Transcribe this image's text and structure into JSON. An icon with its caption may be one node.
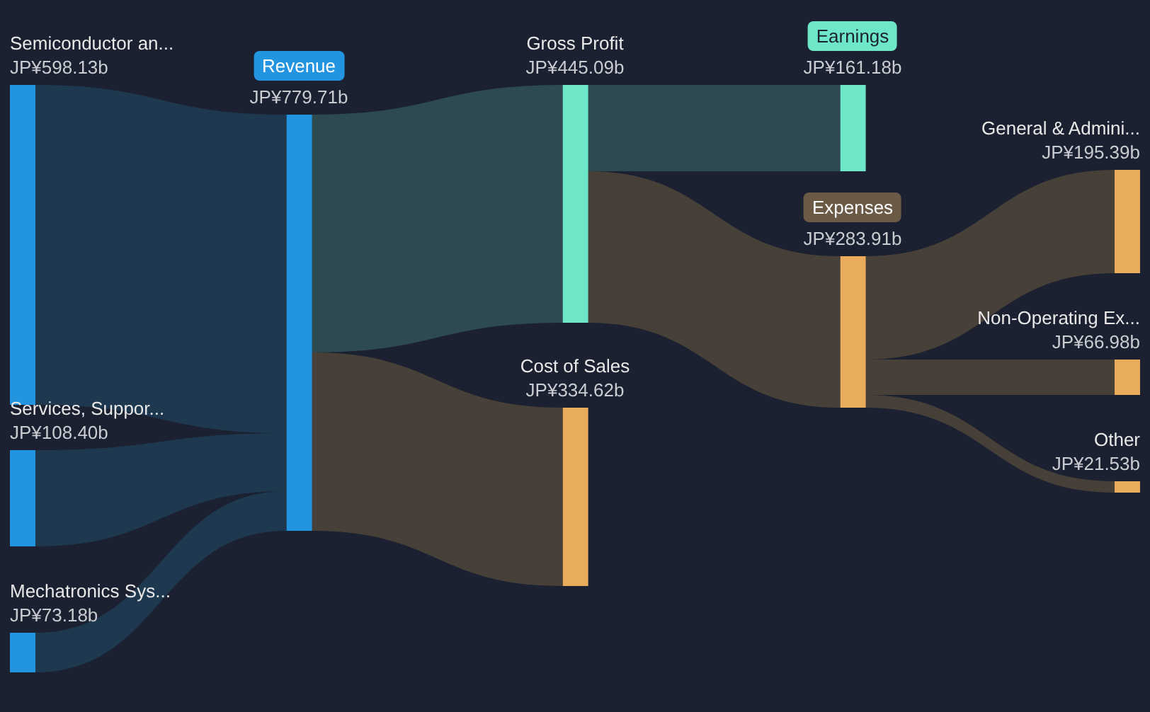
{
  "diagram": {
    "nodes": [
      {
        "text": [
          "Semiconductor an...",
          "JP¥598.13b"
        ]
      },
      {
        "text": [
          "Services, Suppor...",
          "JP¥108.40b"
        ]
      },
      {
        "text": [
          "Mechatronics Sys...",
          "JP¥73.18b"
        ]
      },
      {
        "text": [
          "Revenue",
          "JP¥779.71b"
        ]
      },
      {
        "text": [
          "Gross Profit",
          "JP¥445.09b"
        ]
      },
      {
        "text": [
          "Cost of Sales",
          "JP¥334.62b"
        ]
      },
      {
        "text": [
          "Earnings",
          "JP¥161.18b"
        ]
      },
      {
        "text": [
          "Expenses",
          "JP¥283.91b"
        ]
      },
      {
        "text": [
          "General & Admini...",
          "JP¥195.39b"
        ]
      },
      {
        "text": [
          "Non-Operating Ex...",
          "JP¥66.98b"
        ]
      },
      {
        "text": [
          "Other",
          "JP¥21.53b"
        ]
      }
    ],
    "edges": [
      {
        "from": 0,
        "to": 3,
        "arrow": "none",
        "color": "#1f3a52"
      },
      {
        "from": 1,
        "to": 3,
        "arrow": "none",
        "color": "#1f3a52"
      },
      {
        "from": 2,
        "to": 3,
        "arrow": "none",
        "color": "#1f3a52"
      },
      {
        "from": 3,
        "to": 4,
        "arrow": "none",
        "color": "#2e4d52"
      },
      {
        "from": 3,
        "to": 5,
        "arrow": "none",
        "color": "#4a4239"
      },
      {
        "from": 4,
        "to": 6,
        "arrow": "none",
        "color": "#2e4d52"
      },
      {
        "from": 4,
        "to": 7,
        "arrow": "none",
        "color": "#4a4239"
      },
      {
        "from": 7,
        "to": 8,
        "arrow": "none",
        "color": "#4a4239"
      },
      {
        "from": 7,
        "to": 9,
        "arrow": "none",
        "color": "#4a4239"
      },
      {
        "from": 7,
        "to": 10,
        "arrow": "none",
        "color": "#4a4239"
      }
    ]
  }
}
